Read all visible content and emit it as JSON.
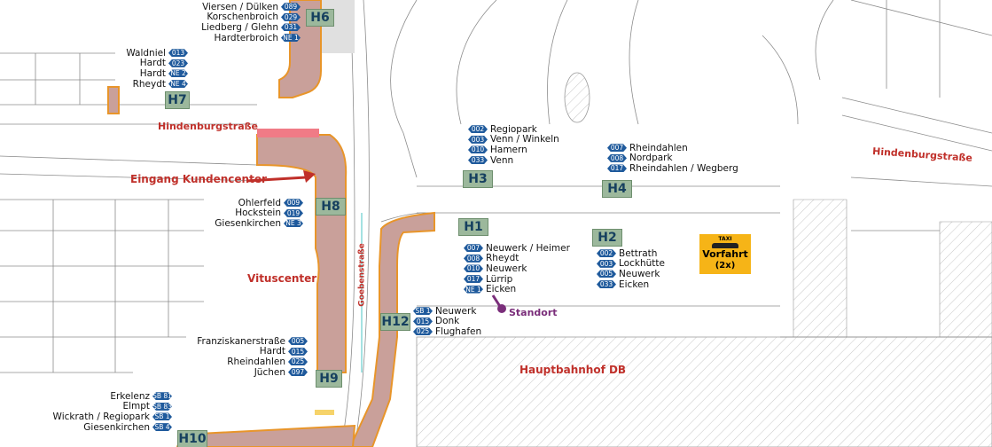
{
  "labels": {
    "hindenburg_west": "Hindenburgstraße",
    "hindenburg_east": "Hindenburgstraße",
    "eingang": "Eingang Kundencenter",
    "vituscenter": "Vituscenter",
    "goebenstrasse": "Goebenstraße",
    "hauptbahnhof": "Hauptbahnhof DB",
    "standort": "Standort"
  },
  "taxi": {
    "sign": "TAXI",
    "title": "Vorfahrt",
    "count": "(2x)"
  },
  "stops": {
    "h1": "H1",
    "h2": "H2",
    "h3": "H3",
    "h4": "H4",
    "h6": "H6",
    "h7": "H7",
    "h8": "H8",
    "h9": "H9",
    "h10": "H10",
    "h12": "H12"
  },
  "lines": {
    "h6": [
      {
        "dest": "Viersen / Dülken",
        "line": "089"
      },
      {
        "dest": "Korschenbroich",
        "line": "029"
      },
      {
        "dest": "Liedberg / Glehn",
        "line": "031"
      },
      {
        "dest": "Hardterbroich",
        "line": "NE 1"
      }
    ],
    "h7": [
      {
        "dest": "Waldniel",
        "line": "013"
      },
      {
        "dest": "Hardt",
        "line": "023"
      },
      {
        "dest": "Hardt",
        "line": "NE 2"
      },
      {
        "dest": "Rheydt",
        "line": "NE 4"
      }
    ],
    "h3": [
      {
        "dest": "Regiopark",
        "line": "002"
      },
      {
        "dest": "Venn / Winkeln",
        "line": "003"
      },
      {
        "dest": "Hamern",
        "line": "010"
      },
      {
        "dest": "Venn",
        "line": "033"
      }
    ],
    "h4": [
      {
        "dest": "Rheindahlen",
        "line": "007"
      },
      {
        "dest": "Nordpark",
        "line": "008"
      },
      {
        "dest": "Rheindahlen / Wegberg",
        "line": "017"
      }
    ],
    "h8": [
      {
        "dest": "Ohlerfeld",
        "line": "009"
      },
      {
        "dest": "Hockstein",
        "line": "019"
      },
      {
        "dest": "Giesenkirchen",
        "line": "NE 3"
      }
    ],
    "h1": [
      {
        "dest": "Neuwerk / Heimer",
        "line": "007"
      },
      {
        "dest": "Rheydt",
        "line": "008"
      },
      {
        "dest": "Neuwerk",
        "line": "010"
      },
      {
        "dest": "Lürrip",
        "line": "017"
      },
      {
        "dest": "Eicken",
        "line": "NE 1"
      }
    ],
    "h2": [
      {
        "dest": "Bettrath",
        "line": "002"
      },
      {
        "dest": "Lockhütte",
        "line": "003"
      },
      {
        "dest": "Neuwerk",
        "line": "005"
      },
      {
        "dest": "Eicken",
        "line": "033"
      }
    ],
    "h12": [
      {
        "dest": "Neuwerk",
        "line": "SB 1"
      },
      {
        "dest": "Donk",
        "line": "015"
      },
      {
        "dest": "Flughafen",
        "line": "025"
      }
    ],
    "h9": [
      {
        "dest": "Franziskanerstraße",
        "line": "005"
      },
      {
        "dest": "Hardt",
        "line": "015"
      },
      {
        "dest": "Rheindahlen",
        "line": "025"
      },
      {
        "dest": "Jüchen",
        "line": "097"
      }
    ],
    "h10": [
      {
        "dest": "Erkelenz",
        "line": "SB 81"
      },
      {
        "dest": "Elmpt",
        "line": "SB 83"
      },
      {
        "dest": "Wickrath / Regiopark",
        "line": "SB 1"
      },
      {
        "dest": "Giesenkirchen",
        "line": "SB 4"
      }
    ]
  },
  "colors": {
    "route": "#c9a09a",
    "route_border": "#e8952a",
    "stop_box": "#9cb89c",
    "line_badge": "#1f5a9c",
    "label_red": "#c0302a",
    "taxi": "#f6b417",
    "standort": "#7a2e7a",
    "platform_red": "#f07b86"
  }
}
